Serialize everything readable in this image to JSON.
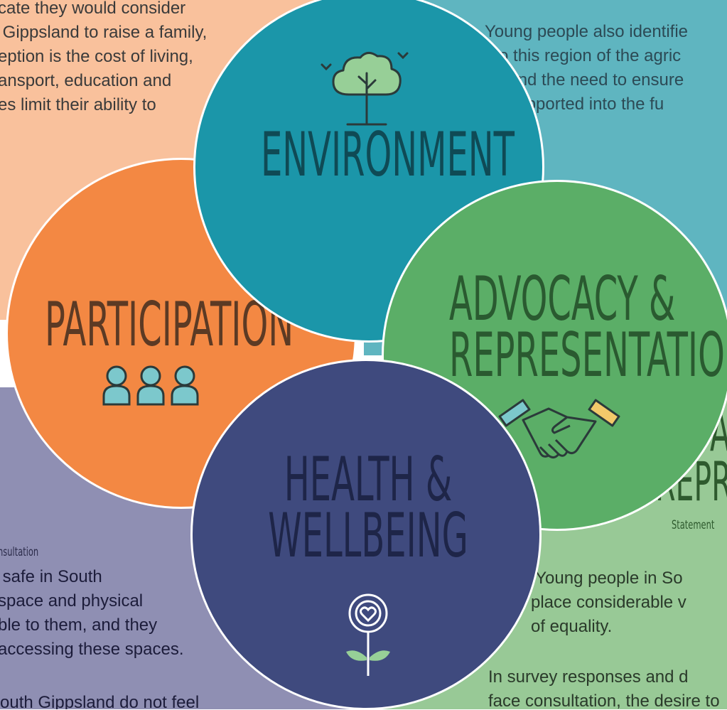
{
  "background": {
    "top_left_text": "cate they would consider\n Gippsland to raise a family,\neption is the cost of living,\nansport, education and\nes limit their ability to",
    "top_right_text": "Young people also identifie\n  to this region of the agric\n     and the need to ensure\n     supported into the fu",
    "bottom_left_caption": "nsultation",
    "bottom_left_text": " safe in South\nspace and physical\nble to them, and they\naccessing these spaces.",
    "bottom_left_cut": "outh Gippsland do not feel",
    "bottom_right_heading_partial_1": "A",
    "bottom_right_heading_partial_2": "REPRI",
    "bottom_right_caption": "Statement",
    "bottom_right_text": " Young people in So\nplace considerable v\nof equality.",
    "bottom_right_text_2": "In survey responses and d\nface consultation, the desire to"
  },
  "circles": {
    "environment": {
      "title": "ENVIRONMENT",
      "color": "#1b96a9"
    },
    "participation": {
      "title": "PARTICIPATION",
      "color": "#f38843"
    },
    "advocacy": {
      "title": "ADVOCACY &\nREPRESENTATION",
      "color": "#5bae67"
    },
    "health": {
      "title": "HEALTH &\nWELLBEING",
      "color": "#3f4a7e"
    }
  },
  "icons": [
    "tree-icon",
    "people-icon",
    "handshake-icon",
    "flower-heart-icon"
  ],
  "colors": {
    "dark_text": "#2b3a3a",
    "icon_teal": "#7cc8cc",
    "icon_green": "#97cf97"
  }
}
